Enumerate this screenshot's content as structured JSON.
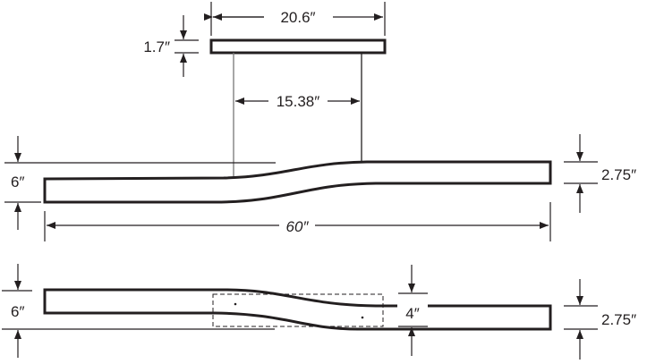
{
  "diagram": {
    "canopy": {
      "width_label": "20.6″",
      "height_label": "1.7″"
    },
    "cable_spacing_label": "15.38″",
    "side_view": {
      "overall_height_label": "6″",
      "end_height_label": "2.75″",
      "length_label": "60″"
    },
    "top_view": {
      "overall_depth_label": "6″",
      "canopy_offset_label": "4″",
      "end_depth_label": "2.75″"
    },
    "colors": {
      "line": "#231f20",
      "cable": "#777777"
    }
  }
}
